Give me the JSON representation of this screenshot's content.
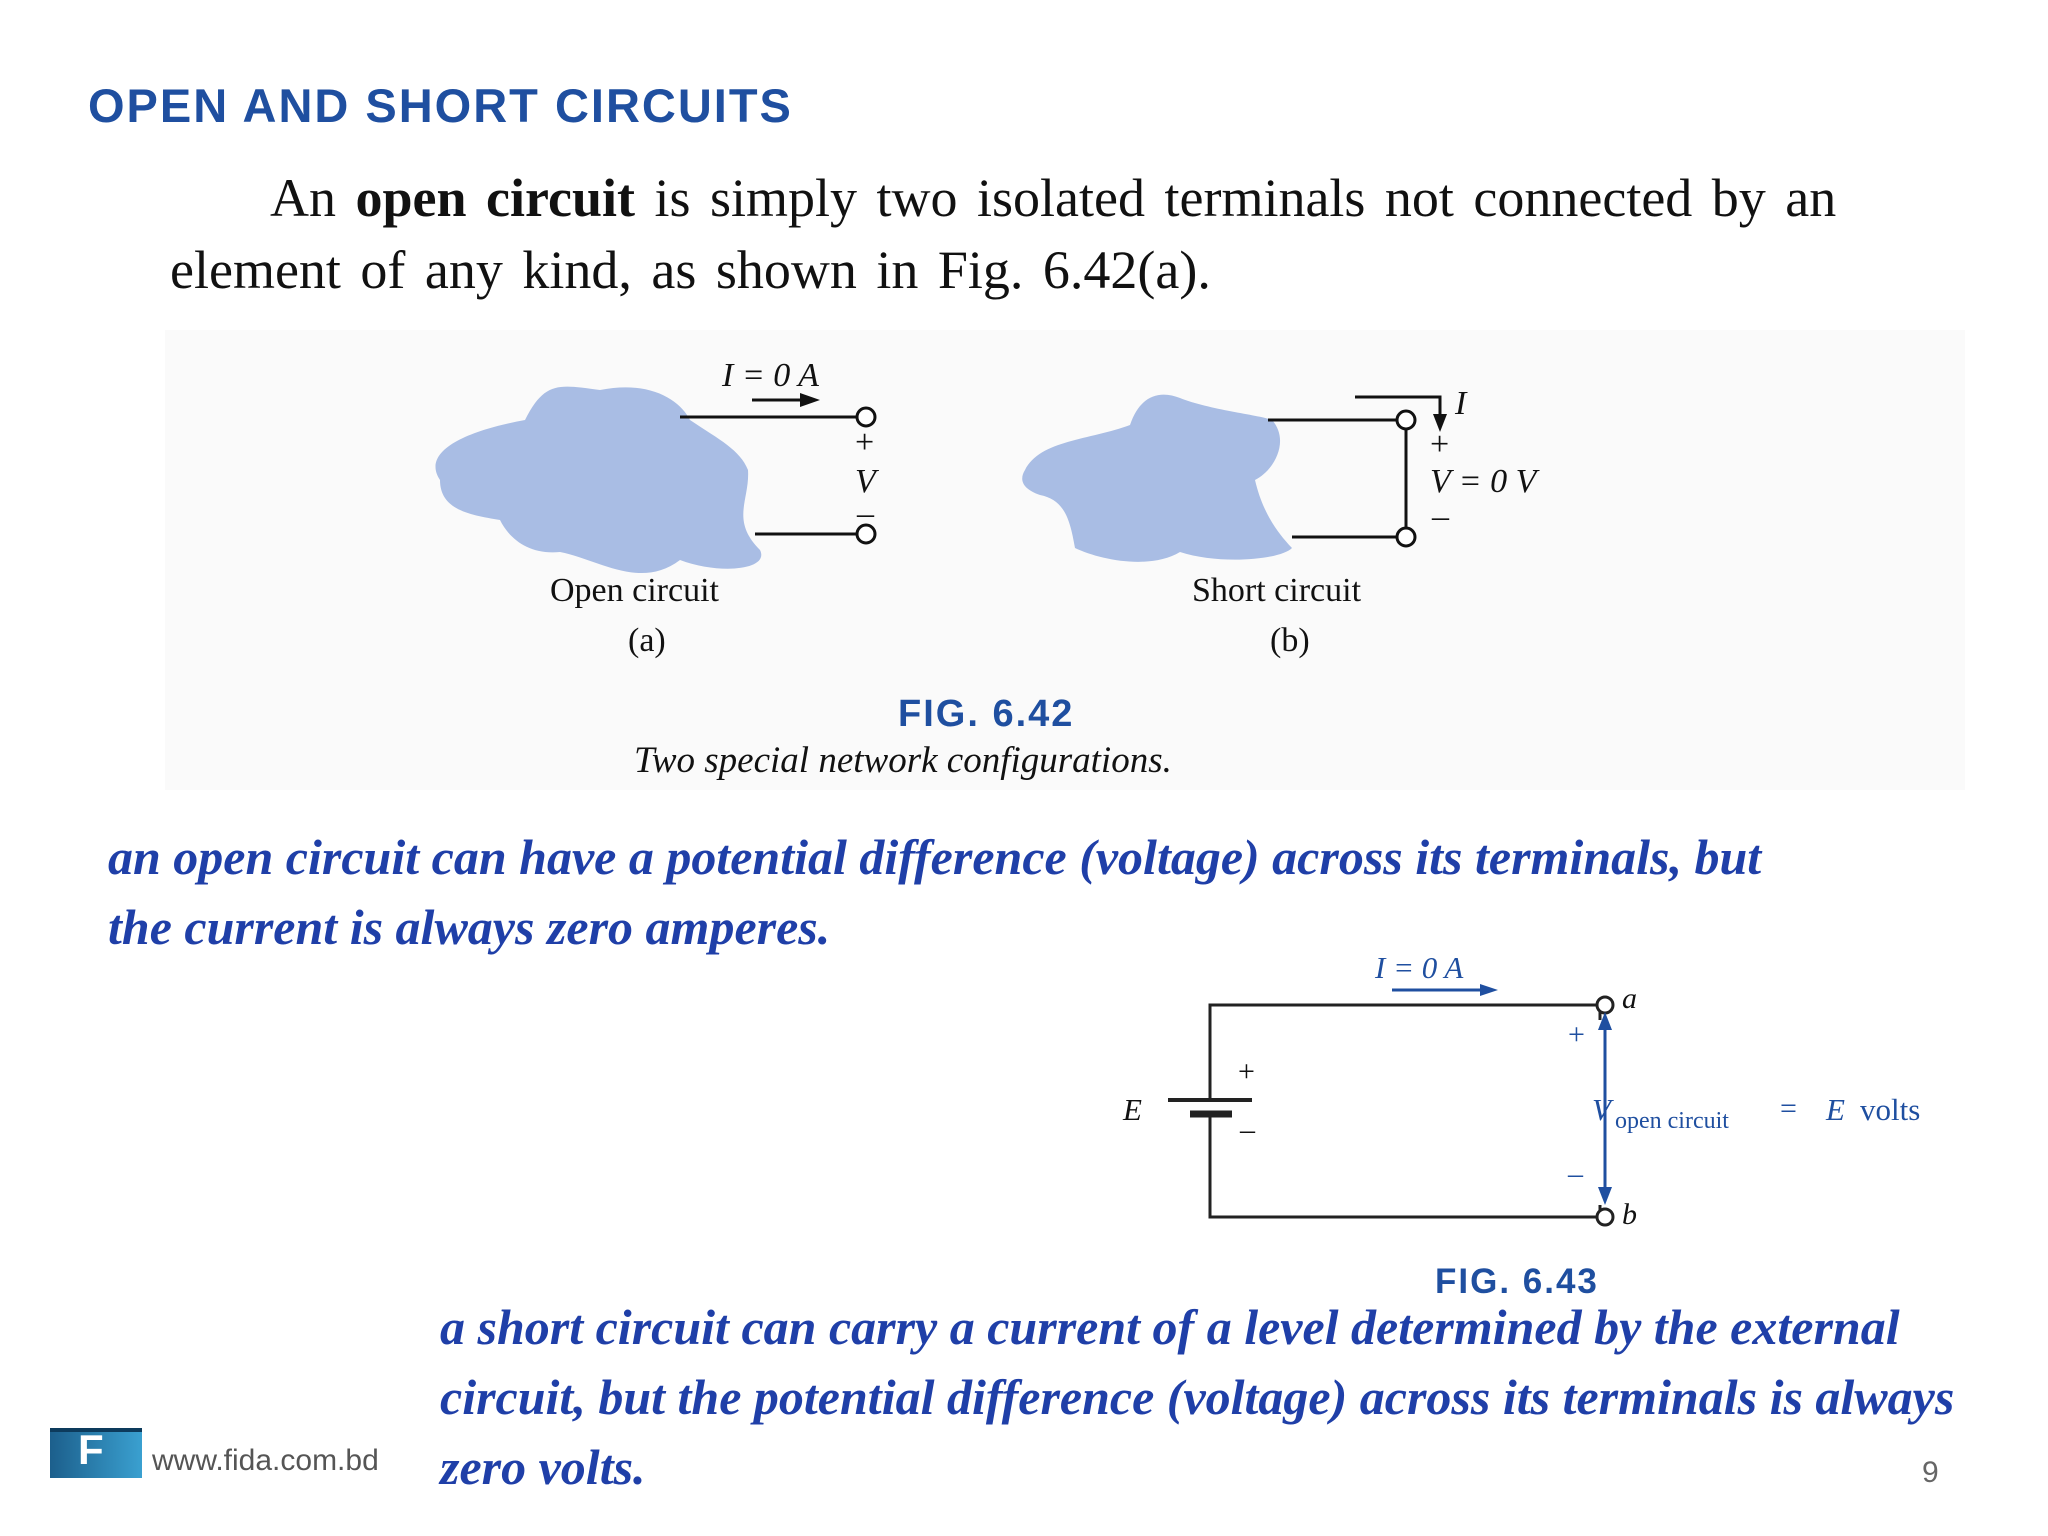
{
  "title": "OPEN AND SHORT CIRCUITS",
  "intro": {
    "pre": "An ",
    "bold": "open circuit",
    "post": " is simply two isolated terminals not connected by an element of any kind, as shown in Fig. 6.42(a)."
  },
  "fig642": {
    "open_current": "I = 0 A",
    "open_plus": "+",
    "open_v": "V",
    "open_minus": "–",
    "open_label": "Open circuit",
    "open_sub": "(a)",
    "short_current": "I",
    "short_plus": "+",
    "short_v": "V = 0 V",
    "short_minus": "–",
    "short_label": "Short circuit",
    "short_sub": "(b)",
    "caption": "FIG. 6.42",
    "subcaption": "Two special network configurations."
  },
  "open_note": "an open circuit can have a potential difference (voltage) across its terminals, but the current is always zero amperes.",
  "fig643": {
    "current": "I = 0 A",
    "node_a": "a",
    "node_b": "b",
    "source": "E",
    "src_plus": "+",
    "src_minus": "–",
    "v_plus": "+",
    "v_minus": "–",
    "v_main": "V",
    "v_sub": "open circuit",
    "equals": "=",
    "result_e": "E",
    "result_unit": "volts",
    "caption": "FIG. 6.43"
  },
  "short_note": "a short circuit can carry a current of a level determined by the external circuit, but the potential difference (voltage) across its terminals is always zero volts.",
  "footer": {
    "logo_letter": "F",
    "url": "www.fida.com.bd",
    "page": "9"
  },
  "colors": {
    "title": "#1f4fa0",
    "note": "#1f3fa8",
    "blob": "#a9bde4"
  }
}
